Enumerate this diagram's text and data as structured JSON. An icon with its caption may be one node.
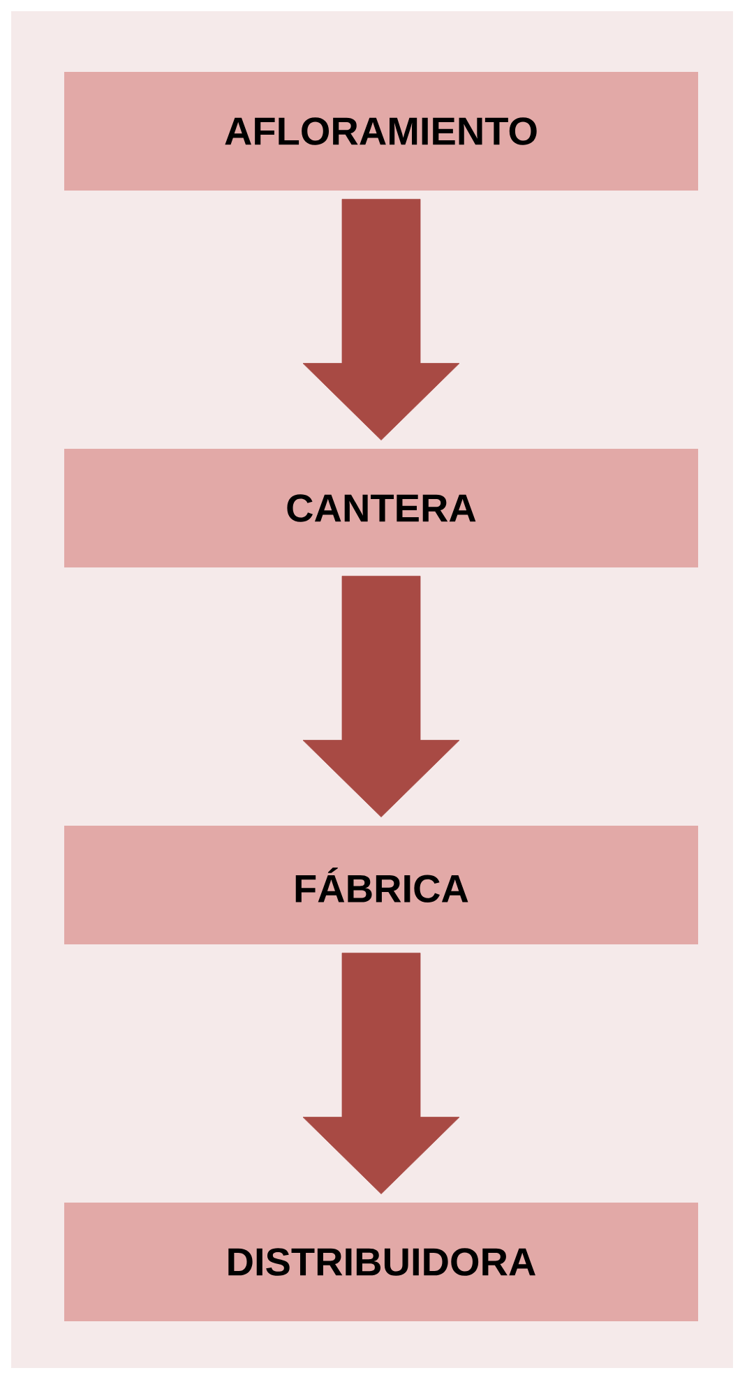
{
  "diagram": {
    "nodes": [
      {
        "text": [
          "AFLORAMIENTO"
        ]
      },
      {
        "text": [
          "CANTERA"
        ]
      },
      {
        "text": [
          "FÁBRICA"
        ]
      },
      {
        "text": [
          "DISTRIBUIDORA"
        ]
      }
    ],
    "edges": [
      {
        "from": 0,
        "to": 1,
        "arrow": "to"
      },
      {
        "from": 1,
        "to": 2,
        "arrow": "to"
      },
      {
        "from": 2,
        "to": 3,
        "arrow": "to"
      }
    ]
  }
}
